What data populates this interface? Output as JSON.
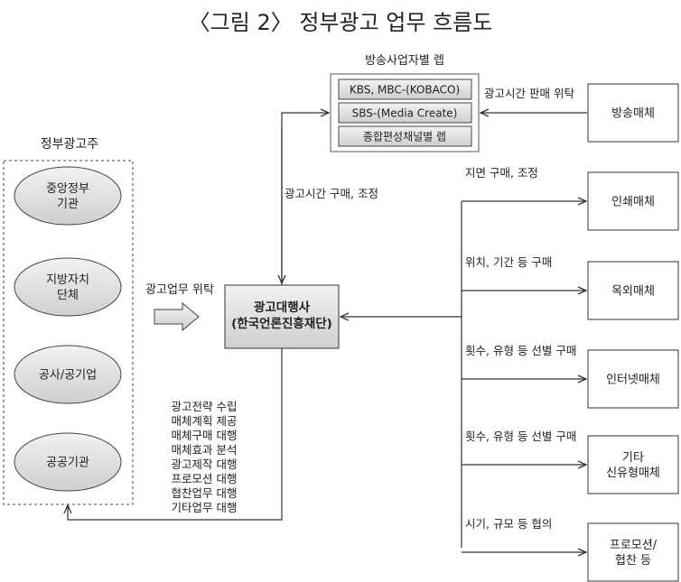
{
  "title": "〈그림 2〉 정부광고 업무 흐름도",
  "advertisers": {
    "heading": "정부광고주",
    "items": [
      "중앙정부\n기관",
      "지방자치\n단체",
      "공사/공기업",
      "공공기관"
    ]
  },
  "broadcasters": {
    "heading": "방송사업자별 렙",
    "items": [
      "KBS, MBC-(KOBACO)",
      "SBS-(Media Create)",
      "종합편성채널별 렙"
    ]
  },
  "agency": {
    "label": "광고대행사\n(한국언론진흥재단)"
  },
  "commission_label": "광고업무 위탁",
  "airtime_purchase_label": "광고시간 구매, 조정",
  "broadcast_sale_label": "광고시간 판매 위탁",
  "services": [
    "광고전략 수립",
    "매체계획 제공",
    "매체구매 대행",
    "매체효과 분석",
    "광고제작 대행",
    "프로모션 대행",
    "협찬업무 대행",
    "기타업무 대행"
  ],
  "media": [
    {
      "label": "방송매체"
    },
    {
      "label": "인쇄매체",
      "edge": "지면 구매, 조정"
    },
    {
      "label": "옥외매체",
      "edge": "위치, 기간 등 구매"
    },
    {
      "label": "인터넷매체",
      "edge": "횟수, 유형 등 선별 구매"
    },
    {
      "label": "기타\n신유형매체",
      "edge": "횟수, 유형 등 선별 구매"
    },
    {
      "label": "프로모션/\n협찬 등",
      "edge": "시기, 규모 등 협의"
    }
  ]
}
